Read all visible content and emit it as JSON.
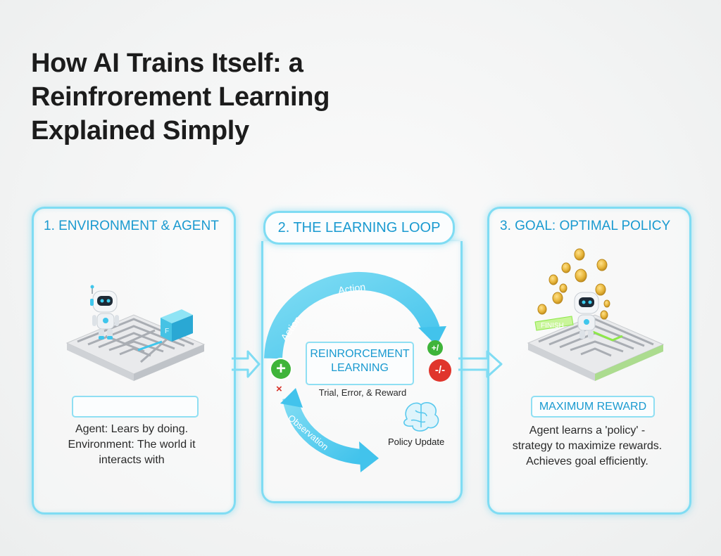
{
  "title": {
    "line1": "How AI Trains Itself: a",
    "line2": "Reinfrorement Learning",
    "line3": "Explained Simply"
  },
  "panel1": {
    "heading": "1. ENVIRONMENT & AGENT",
    "label": "",
    "desc_line1": "Agent: Lears by doing.",
    "desc_line2": "Environment: The world it",
    "desc_line3": "interacts with",
    "maze_text": "F",
    "illustration": "robot-in-maze"
  },
  "panel2": {
    "heading": "2. THE LEARNING LOOP",
    "action_top": "Action",
    "action_left": "Action",
    "observation": "Observation",
    "center_line1": "REINRORCEMENT",
    "center_line2": "LEARNING",
    "subtitle": "Trial, Error, & Reward",
    "policy_update": "Policy Update",
    "plus": "+",
    "x_mark": "×",
    "small_plus": "+/",
    "minus": "-/-"
  },
  "panel3": {
    "heading": "3. GOAL: OPTIMAL POLICY",
    "badge": "MAXIMUM REWARD",
    "desc_line1": "Agent learns a 'policy' -",
    "desc_line2": "strategy to maximize rewards.",
    "desc_line3": "Achieves goal efficiently.",
    "finish_label": "FINISH",
    "illustration": "robot-with-coins"
  },
  "colors": {
    "accent": "#1a9ad0",
    "panel_border": "#7fdcf3",
    "arrow": "#5fcdee",
    "positive": "#3fb43a",
    "negative": "#e0352c",
    "coin": "#e7b53a",
    "finish": "#8ee84a"
  }
}
